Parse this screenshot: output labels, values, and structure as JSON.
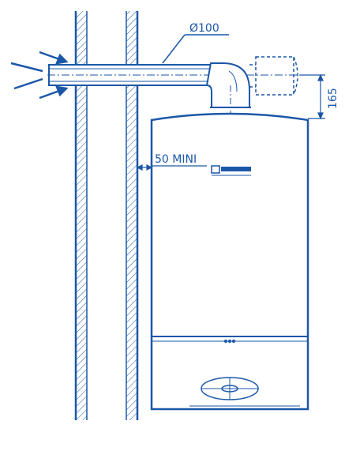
{
  "labels": {
    "pipe_diameter": "Ø100",
    "wall_clearance": "50 MINI",
    "flue_height": "165"
  },
  "colors": {
    "line": "#1b57a8",
    "hatch": "#1b57a8",
    "background": "#ffffff"
  },
  "icons": {
    "brand_logo": "bosch-logo-icon",
    "airflow": "arrow-icon",
    "control_dial": "dial-icon"
  }
}
